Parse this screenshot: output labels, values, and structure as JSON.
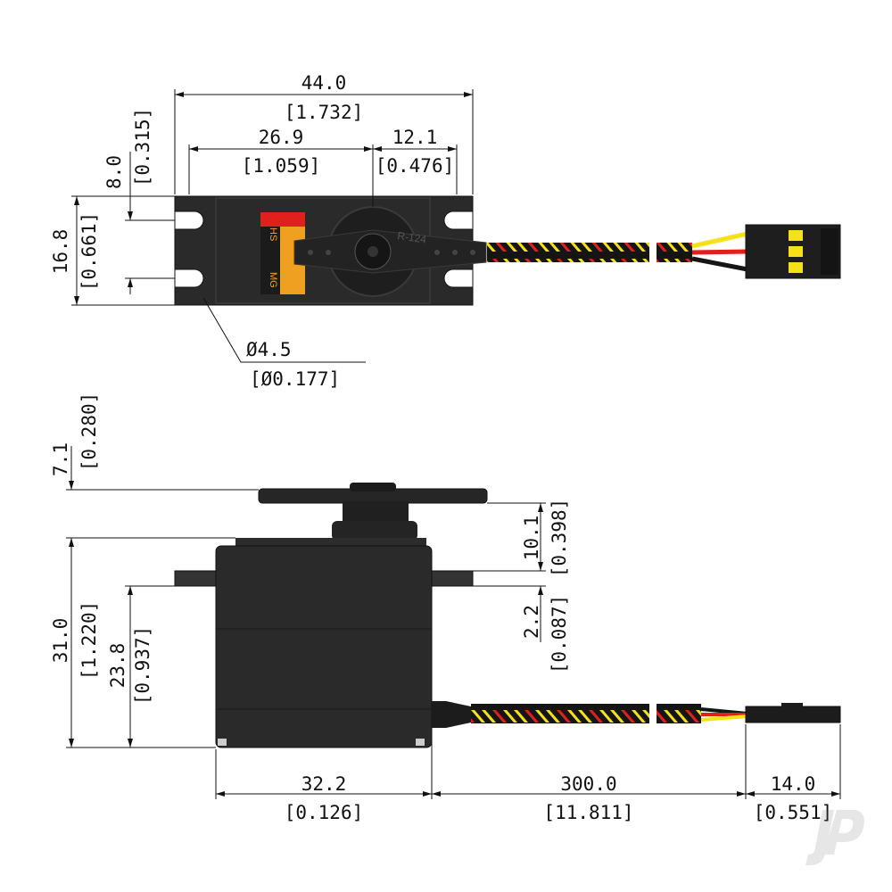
{
  "drawing": {
    "top_view": {
      "width_overall": "44.0",
      "width_overall_in": "[1.732]",
      "width_body": "26.9",
      "width_body_in": "[1.059]",
      "horn_offset": "12.1",
      "horn_offset_in": "[0.476]",
      "tab_offset": "8.0",
      "tab_offset_in": "[0.315]",
      "height": "16.8",
      "height_in": "[0.661]",
      "hole_dia": "Ø4.5",
      "hole_dia_in": "[Ø0.177]",
      "label_hs": "HS",
      "label_mg": "MG",
      "horn_label": "R-124"
    },
    "side_view": {
      "horn_height": "7.1",
      "horn_height_in": "[0.280]",
      "total_height": "31.0",
      "total_height_in": "[1.220]",
      "tab_height": "23.8",
      "tab_height_in": "[0.937]",
      "spline_height": "10.1",
      "spline_height_in": "[0.398]",
      "tab_thickness": "2.2",
      "tab_thickness_in": "[0.087]",
      "body_width": "32.2",
      "body_width_in": "[0.126]",
      "lead_length": "300.0",
      "lead_length_in": "[11.811]",
      "connector_length": "14.0",
      "connector_length_in": "[0.551]"
    },
    "colors": {
      "body": "#262626",
      "tab": "#3a3a3a",
      "wire_yellow": "#f5e11a",
      "wire_red": "#e0201b",
      "wire_black": "#151515",
      "label_orange": "#f0a020",
      "label_red": "#e0201b"
    },
    "watermark_icon": "jp-logo-icon"
  }
}
